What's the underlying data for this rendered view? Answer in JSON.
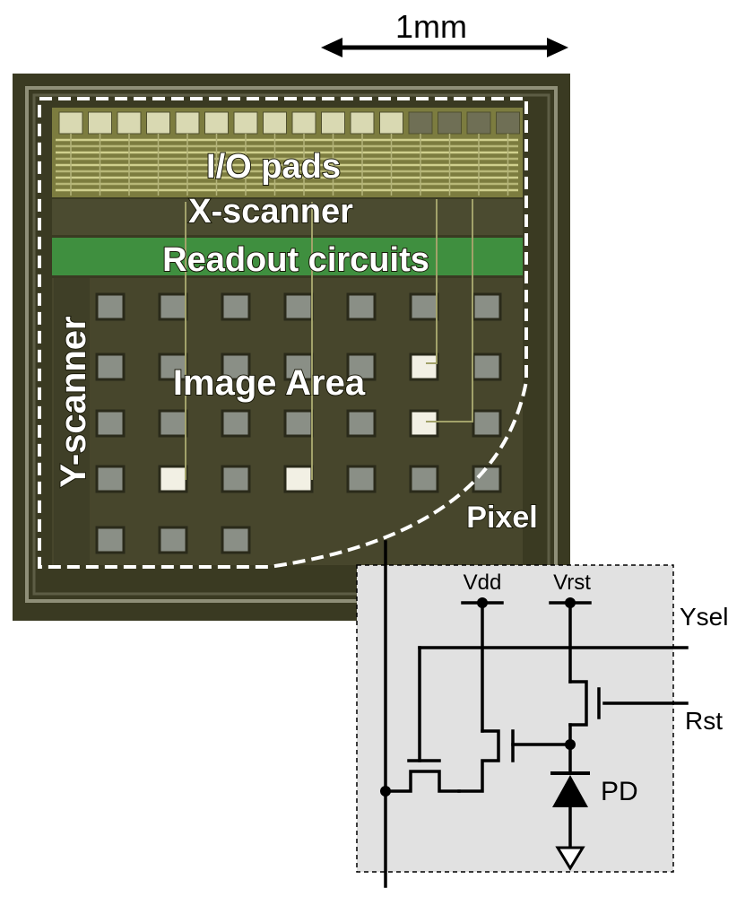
{
  "scale_bar": {
    "label": "1mm"
  },
  "chip": {
    "labels": {
      "io_pads": "I/O pads",
      "x_scanner": "X-scanner",
      "readout": "Readout circuits",
      "image_area": "Image Area",
      "y_scanner": "Y-scanner",
      "pixel": "Pixel"
    },
    "colors": {
      "die": "#3a3a22",
      "pad_band": "#c9c98a",
      "readout_band": "#3f8f3f",
      "pixel_pad": "#8a8f86",
      "bright_pad": "#f2f0e4"
    }
  },
  "circuit": {
    "labels": {
      "vdd": "Vdd",
      "vrst": "Vrst",
      "ysel": "Ysel",
      "rst": "Rst",
      "pd": "PD"
    },
    "colors": {
      "box_fill": "#e1e1e1",
      "wire": "#000000"
    }
  }
}
